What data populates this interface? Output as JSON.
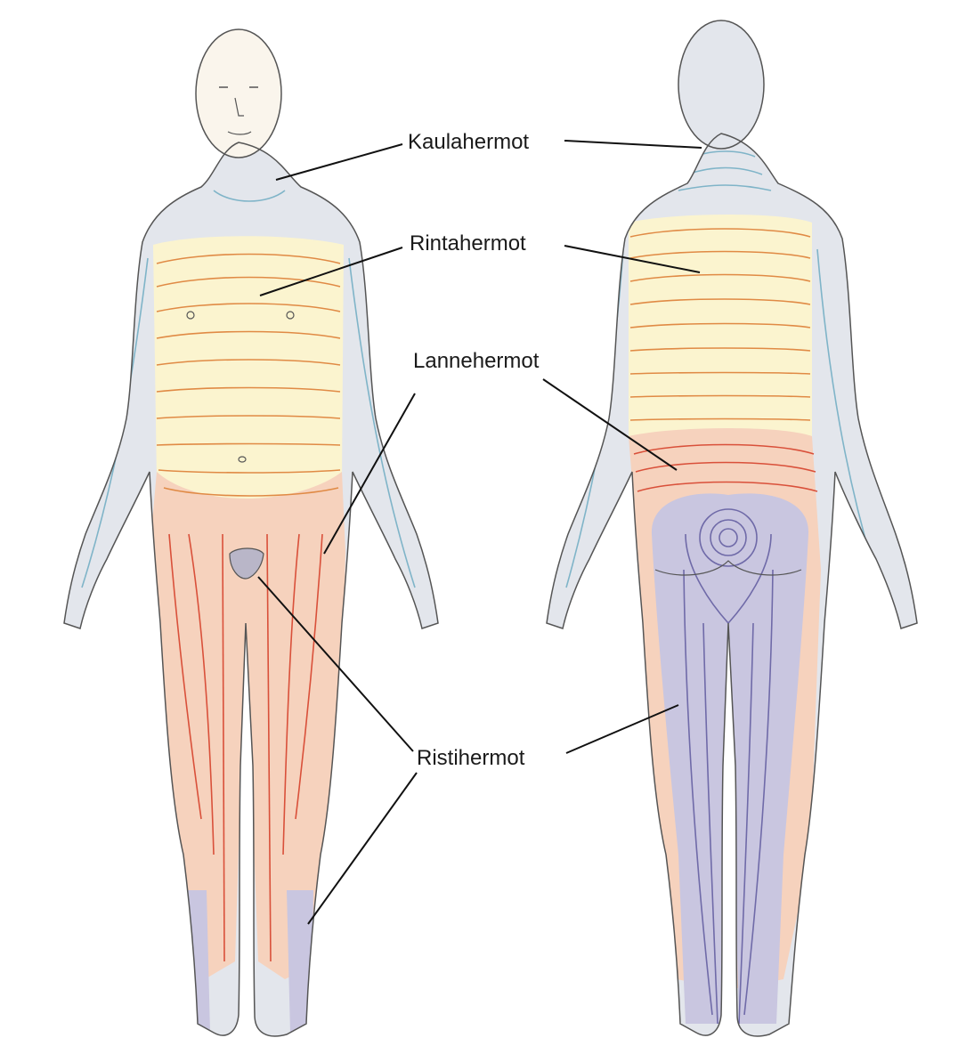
{
  "labels": {
    "cervical": "Kaulahermot",
    "thoracic": "Rintahermot",
    "lumbar": "Lannehermot",
    "sacral": "Ristihermot"
  },
  "colors": {
    "cervical_fill": "#e3e6ec",
    "cervical_line": "#7fb4c8",
    "thoracic_fill": "#fbf4cf",
    "thoracic_line": "#e08a45",
    "lumbar_fill": "#f6d2bd",
    "lumbar_line": "#d9503a",
    "sacral_fill": "#c9c6e0",
    "sacral_line": "#6f6aa8",
    "skin_fill": "#fbf1e4",
    "outline": "#555555",
    "leader_line": "#111111"
  }
}
